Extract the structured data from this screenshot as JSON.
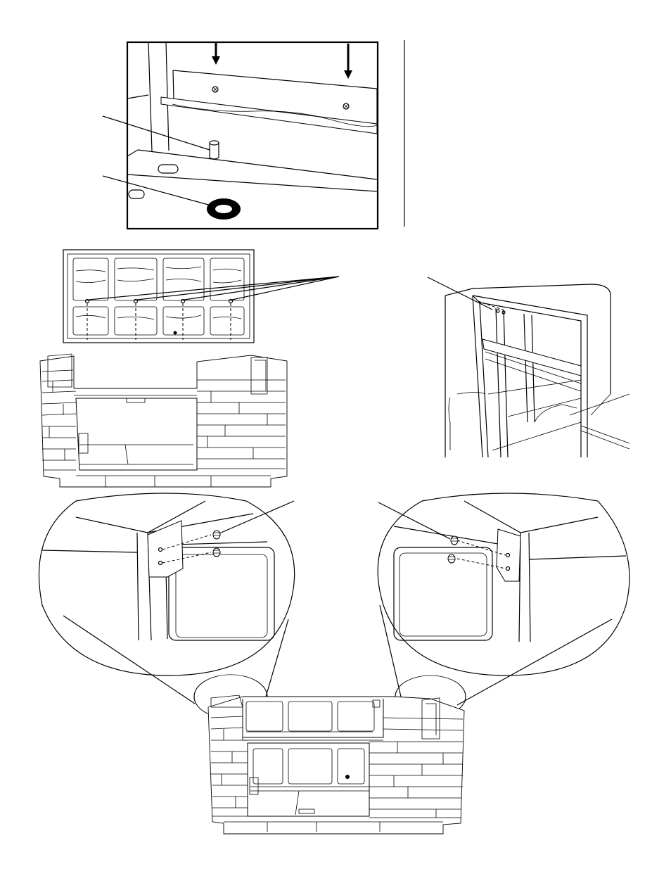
{
  "page": {
    "background": "#ffffff",
    "line_color": "#000000"
  },
  "figures": [
    {
      "name": "detail-pin-and-washer"
    },
    {
      "name": "top-panel-screw-holes"
    },
    {
      "name": "island-frame-front-view"
    },
    {
      "name": "frame-perspective-corner"
    },
    {
      "name": "left-corner-bracket-zoom"
    },
    {
      "name": "right-corner-bracket-zoom"
    },
    {
      "name": "assembled-island-bottom"
    }
  ],
  "icons": [
    "arrow-down-icon",
    "washer-icon",
    "screw-icon",
    "pin-icon",
    "callout-line-icon"
  ]
}
